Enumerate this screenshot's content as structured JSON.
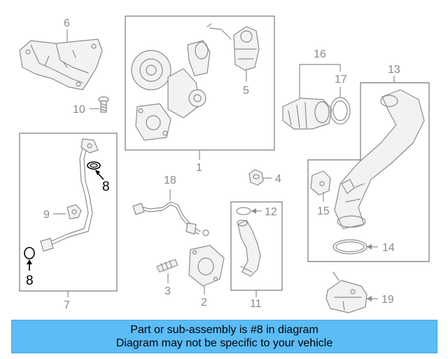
{
  "diagram": {
    "callouts": {
      "c1": "1",
      "c2": "2",
      "c3": "3",
      "c4": "4",
      "c5": "5",
      "c6": "6",
      "c7": "7",
      "c8a": "8",
      "c8b": "8",
      "c9": "9",
      "c10": "10",
      "c11": "11",
      "c12": "12",
      "c13": "13",
      "c14": "14",
      "c15": "15",
      "c16": "16",
      "c17": "17",
      "c18": "18",
      "c19": "19"
    },
    "highlighted_part": "8",
    "colors": {
      "banner": "#5bbcf6",
      "lines": "#8c8c8c",
      "highlight": "#000000"
    }
  },
  "banner": {
    "line1": "Part or sub-assembly is #8 in diagram",
    "line2": "Diagram may not be specific to your vehicle"
  }
}
